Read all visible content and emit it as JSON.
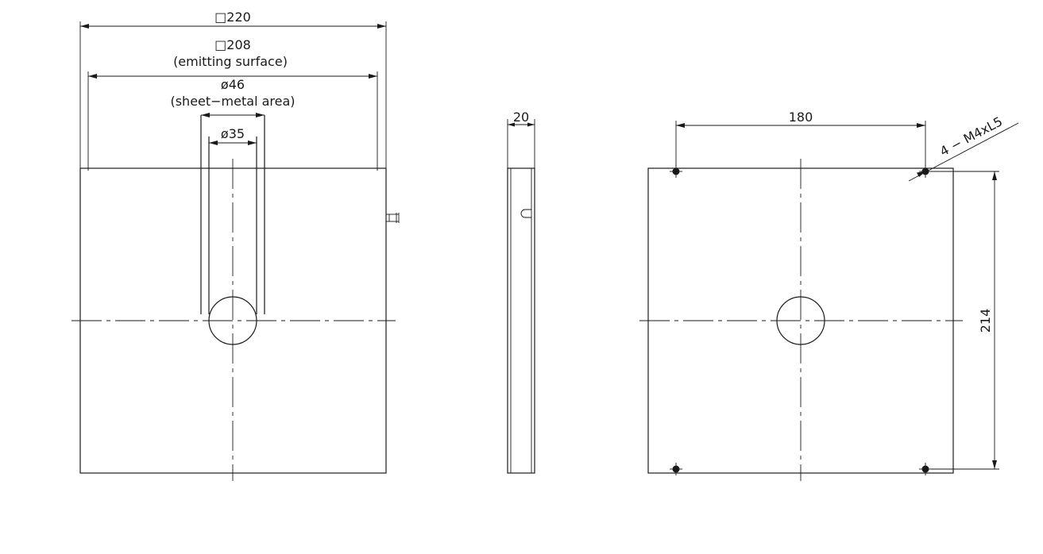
{
  "front_view": {
    "dim_outer": "□220",
    "dim_emitting": "□208",
    "label_emitting": "(emitting surface)",
    "dim_sheet_metal": "ø46",
    "label_sheet_metal": "(sheet−metal area)",
    "dim_inner": "ø35"
  },
  "side_view": {
    "dim_thickness": "20"
  },
  "back_view": {
    "dim_hole_spacing": "180",
    "dim_height": "214",
    "label_holes": "4 − M4xL5"
  }
}
